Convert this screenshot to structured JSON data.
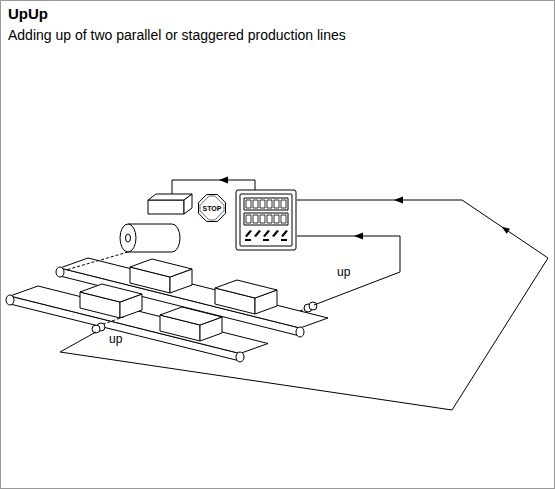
{
  "diagram": {
    "title": "UpUp",
    "caption": "Adding up of two parallel or staggered production lines",
    "nodes": [
      {
        "text": [
          "STOP"
        ]
      }
    ],
    "labels": [
      "up",
      "up"
    ]
  }
}
